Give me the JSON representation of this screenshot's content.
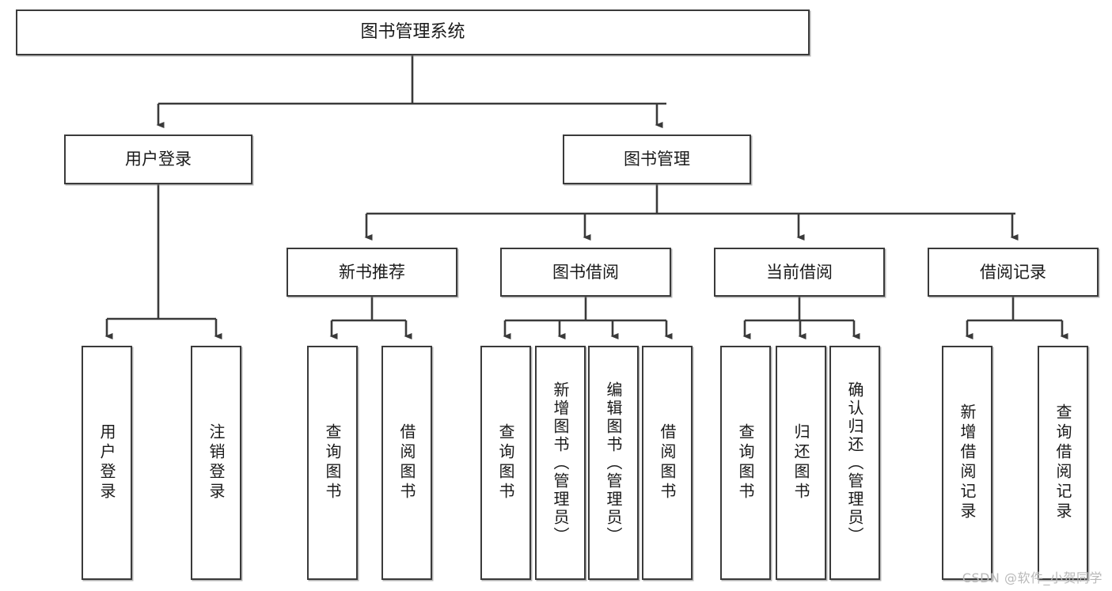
{
  "diagram": {
    "title": "图书管理系统",
    "type": "tree",
    "watermark": "CSDN @软件_小贺同学",
    "line_color": "#3a3a3a",
    "box_fill": "#ffffff",
    "text_color": "#1a1a1a"
  },
  "levels": {
    "root": {
      "label": "图书管理系统"
    },
    "level2": [
      {
        "label": "用户登录"
      },
      {
        "label": "图书管理"
      }
    ],
    "level3": [
      {
        "label": "新书推荐"
      },
      {
        "label": "图书借阅"
      },
      {
        "label": "当前借阅"
      },
      {
        "label": "借阅记录"
      }
    ],
    "level4": [
      {
        "label": "用户登录",
        "parent": "用户登录"
      },
      {
        "label": "注销登录",
        "parent": "用户登录"
      },
      {
        "label": "查询图书",
        "parent": "新书推荐"
      },
      {
        "label": "借阅图书",
        "parent": "新书推荐"
      },
      {
        "label": "查询图书",
        "parent": "图书借阅"
      },
      {
        "label": "新增图书（管理员）",
        "parent": "图书借阅"
      },
      {
        "label": "编辑图书（管理员）",
        "parent": "图书借阅"
      },
      {
        "label": "借阅图书",
        "parent": "图书借阅"
      },
      {
        "label": "查询图书",
        "parent": "当前借阅"
      },
      {
        "label": "归还图书",
        "parent": "当前借阅"
      },
      {
        "label": "确认归还（管理员）",
        "parent": "当前借阅"
      },
      {
        "label": "新增借阅记录",
        "parent": "借阅记录"
      },
      {
        "label": "查询借阅记录",
        "parent": "借阅记录"
      }
    ]
  }
}
